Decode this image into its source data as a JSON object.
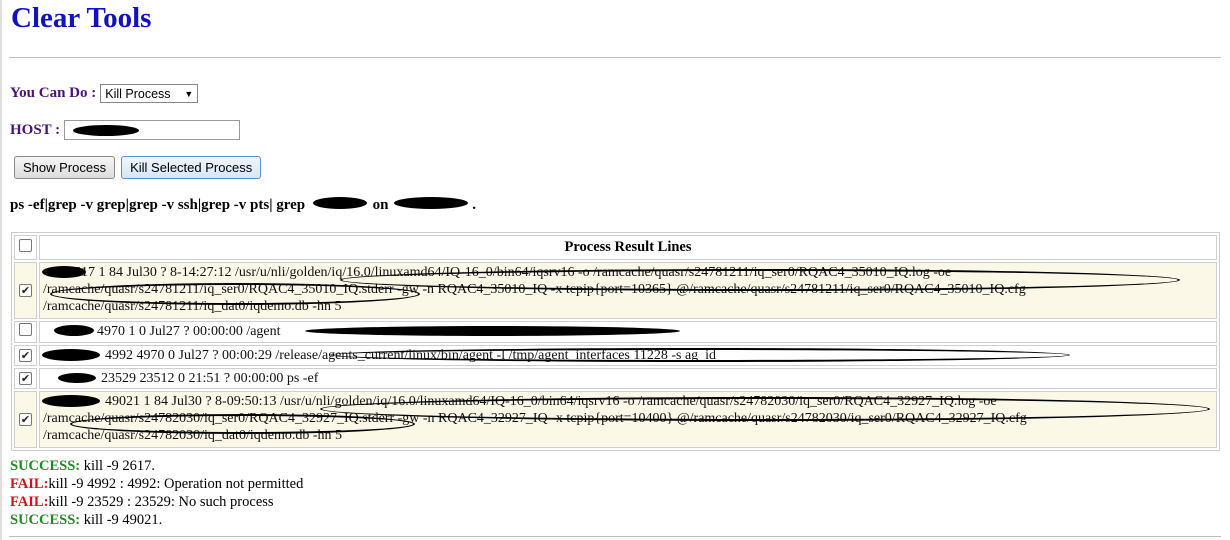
{
  "page": {
    "title": "Clear Tools"
  },
  "form": {
    "you_can_do_label": "You Can Do :",
    "action_selected": "Kill Process",
    "host_label": "HOST :",
    "host_value": ""
  },
  "buttons": {
    "show_process": "Show Process",
    "kill_selected": "Kill Selected Process"
  },
  "command": {
    "prefix": "ps -ef|grep -v grep|grep -v ssh|grep -v pts| grep",
    "on_label": "on",
    "suffix": "."
  },
  "table": {
    "header": "Process Result Lines",
    "rows": [
      {
        "checked": true,
        "text": "2617 1 84 Jul30 ? 8-14:27:12 /usr/u/nli/golden/iq/16.0/linuxamd64/IQ-16_0/bin64/iqsrv16 -o /ramcache/quasr/s24781211/iq_ser0/RQAC4_35010_IQ.log -oe /ramcache/quasr/s24781211/iq_ser0/RQAC4_35010_IQ.stderr -gw -n RQAC4_35010_IQ -x tcpip{port=10365} @/ramcache/quasr/s24781211/iq_ser0/RQAC4_35010_IQ.cfg /ramcache/quasr/s24781211/iq_dat0/iqdemo.db -hn 5"
      },
      {
        "checked": false,
        "text": "4970 1 0 Jul27 ? 00:00:00 /agent"
      },
      {
        "checked": true,
        "text": "4992 4970 0 Jul27 ? 00:00:29 /release/agents_current/linux/bin/agent -l /tmp/agent_interfaces 11228 -s ag_id"
      },
      {
        "checked": true,
        "text": "23529 23512 0 21:51 ? 00:00:00 ps -ef"
      },
      {
        "checked": true,
        "text": "49021 1 84 Jul30 ? 8-09:50:13 /usr/u/nli/golden/iq/16.0/linuxamd64/IQ-16_0/bin64/iqsrv16 -o /ramcache/quasr/s24782030/iq_ser0/RQAC4_32927_IQ.log -oe /ramcache/quasr/s24782030/iq_ser0/RQAC4_32927_IQ.stderr -gw -n RQAC4_32927_IQ -x tcpip{port=10400} @/ramcache/quasr/s24782030/iq_ser0/RQAC4_32927_IQ.cfg /ramcache/quasr/s24782030/iq_dat0/iqdemo.db -hn 5"
      }
    ]
  },
  "results": [
    {
      "status": "SUCCESS:",
      "type": "ok",
      "message": " kill -9 2617."
    },
    {
      "status": "FAIL:",
      "type": "bad",
      "message": "kill -9 4992 : 4992: Operation not permitted"
    },
    {
      "status": "FAIL:",
      "type": "bad",
      "message": "kill -9 23529 : 23529: No such process"
    },
    {
      "status": "SUCCESS:",
      "type": "ok",
      "message": " kill -9 49021."
    }
  ],
  "colors": {
    "title": "#1212c0",
    "label": "#4a127a",
    "success": "#1f8a1f",
    "fail": "#d11212"
  }
}
